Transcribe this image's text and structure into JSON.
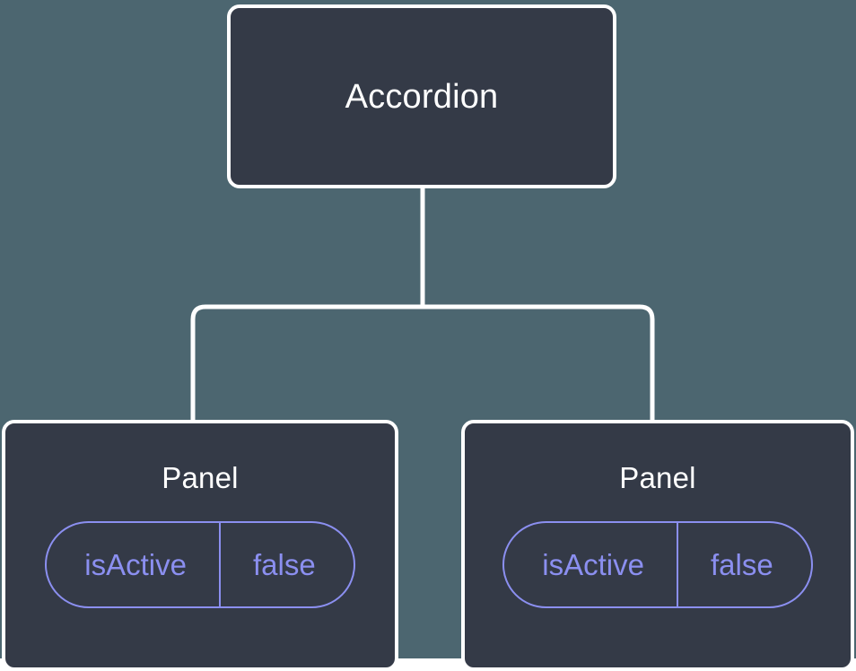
{
  "diagram": {
    "type": "component-tree",
    "background_color": "#4c6670",
    "node_fill_color": "#343a47",
    "node_border_color": "#ffffff",
    "node_text_color": "#ffffff",
    "badge_color": "#8b8ff0",
    "connector_color": "#ffffff",
    "root": {
      "label": "Accordion"
    },
    "children": [
      {
        "label": "Panel",
        "prop": {
          "key": "isActive",
          "value": "false"
        }
      },
      {
        "label": "Panel",
        "prop": {
          "key": "isActive",
          "value": "false"
        }
      }
    ]
  }
}
